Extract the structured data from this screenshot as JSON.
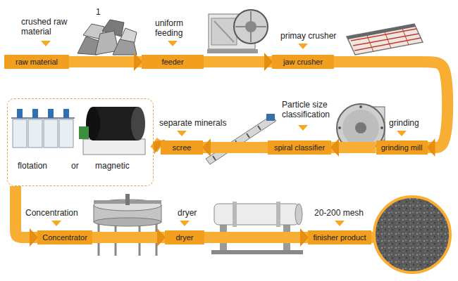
{
  "diagram": {
    "nodes": [
      {
        "text": [
          "raw material"
        ]
      },
      {
        "text": [
          "feeder"
        ]
      },
      {
        "text": [
          "jaw crusher"
        ]
      },
      {
        "text": [
          "flotation",
          "or",
          "magnetic"
        ]
      },
      {
        "text": [
          "scree"
        ]
      },
      {
        "text": [
          "spiral classifier"
        ]
      },
      {
        "text": [
          "grinding mill"
        ]
      },
      {
        "text": [
          "Concentrator"
        ]
      },
      {
        "text": [
          "dryer"
        ]
      },
      {
        "text": [
          "finisher product"
        ]
      }
    ],
    "edges": [
      {
        "from": 0,
        "to": 1,
        "arrow": "to"
      },
      {
        "from": 1,
        "to": 2,
        "arrow": "to"
      },
      {
        "from": 2,
        "to": 6,
        "arrow": "to"
      },
      {
        "from": 6,
        "to": 5,
        "arrow": "to"
      },
      {
        "from": 5,
        "to": 4,
        "arrow": "to"
      },
      {
        "from": 4,
        "to": 3,
        "arrow": "to"
      },
      {
        "from": 3,
        "to": 7,
        "arrow": "to"
      },
      {
        "from": 7,
        "to": 8,
        "arrow": "to"
      },
      {
        "from": 8,
        "to": 9,
        "arrow": "to"
      }
    ],
    "labels": [
      "crushed raw material",
      "1",
      "uniform feeding",
      "primay crusher",
      "separate minerals",
      "Particle size classification",
      "grinding",
      "Concentration",
      "dryer",
      "20-200 mesh"
    ]
  }
}
